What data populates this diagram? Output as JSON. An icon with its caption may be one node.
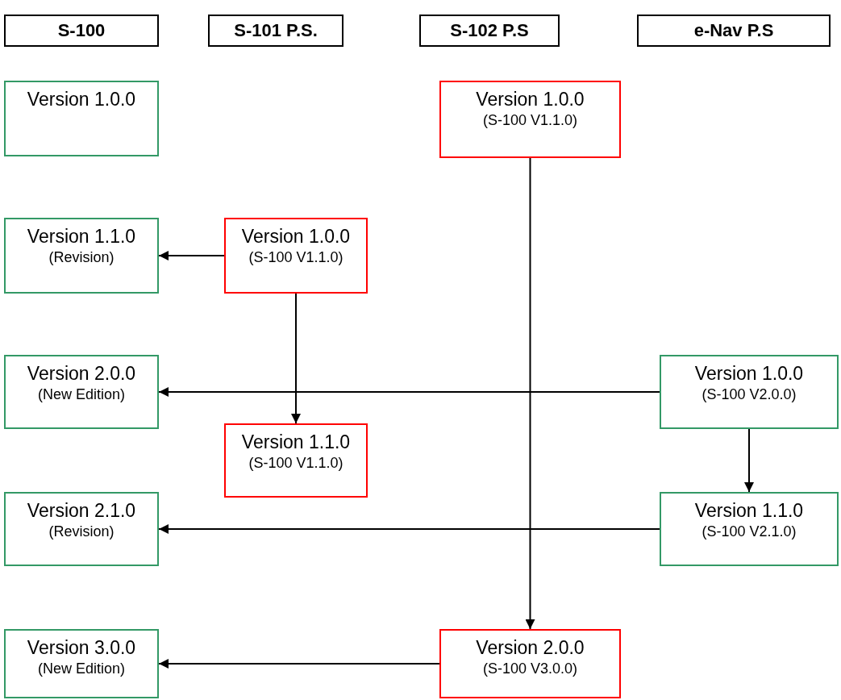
{
  "diagram": {
    "nodes": [
      {
        "text": [
          "S-100"
        ]
      },
      {
        "text": [
          "S-101 P.S."
        ]
      },
      {
        "text": [
          "S-102 P.S"
        ]
      },
      {
        "text": [
          "e-Nav P.S"
        ]
      },
      {
        "text": [
          "Version 1.0.0"
        ]
      },
      {
        "text": [
          "Version 1.0.0",
          "(S-100 V1.1.0)"
        ]
      },
      {
        "text": [
          "Version 1.1.0",
          "(Revision)"
        ]
      },
      {
        "text": [
          "Version 1.0.0",
          "(S-100 V1.1.0)"
        ]
      },
      {
        "text": [
          "Version 2.0.0",
          "(New Edition)"
        ]
      },
      {
        "text": [
          "Version 1.0.0",
          "(S-100 V2.0.0)"
        ]
      },
      {
        "text": [
          "Version 1.1.0",
          "(S-100 V1.1.0)"
        ]
      },
      {
        "text": [
          "Version 2.1.0",
          "(Revision)"
        ]
      },
      {
        "text": [
          "Version 1.1.0",
          "(S-100 V2.1.0)"
        ]
      },
      {
        "text": [
          "Version 3.0.0",
          "(New Edition)"
        ]
      },
      {
        "text": [
          "Version 2.0.0",
          "(S-100 V3.0.0)"
        ]
      }
    ],
    "edges": [
      {
        "from": 7,
        "to": 6,
        "arrow": "to"
      },
      {
        "from": 7,
        "to": 10,
        "arrow": "to"
      },
      {
        "from": 9,
        "to": 8,
        "arrow": "to"
      },
      {
        "from": 9,
        "to": 12,
        "arrow": "to"
      },
      {
        "from": 12,
        "to": 11,
        "arrow": "to"
      },
      {
        "from": 5,
        "to": 14,
        "arrow": "to"
      },
      {
        "from": 14,
        "to": 13,
        "arrow": "to"
      }
    ]
  }
}
